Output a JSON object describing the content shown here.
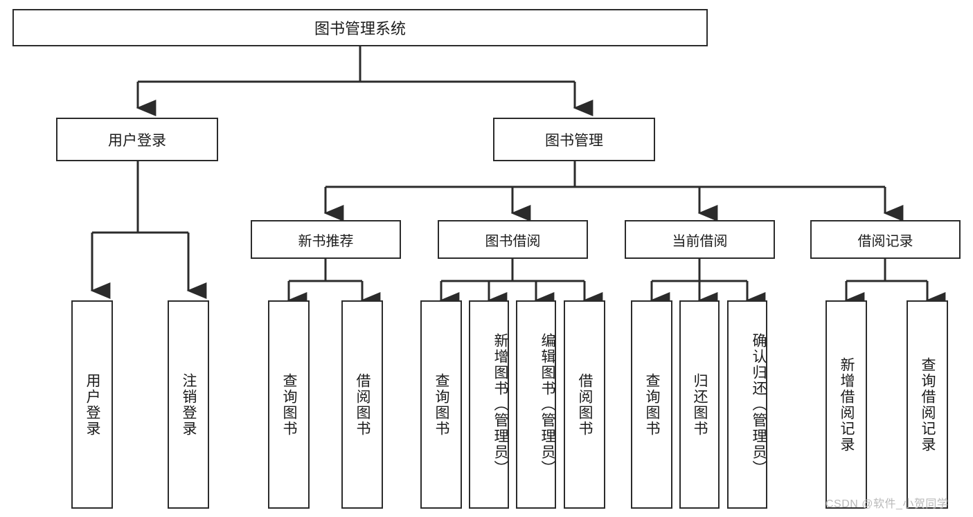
{
  "diagram": {
    "title": "图书管理系统",
    "type": "hierarchy-tree",
    "root": {
      "label": "图书管理系统"
    },
    "level2": [
      {
        "label": "用户登录"
      },
      {
        "label": "图书管理"
      }
    ],
    "level3": [
      {
        "label": "新书推荐"
      },
      {
        "label": "图书借阅"
      },
      {
        "label": "当前借阅"
      },
      {
        "label": "借阅记录"
      }
    ],
    "leaves": {
      "user_login": [
        {
          "label": "用户登录"
        },
        {
          "label": "注销登录"
        }
      ],
      "new_book_recommend": [
        {
          "label": "查询图书"
        },
        {
          "label": "借阅图书"
        }
      ],
      "book_borrow": [
        {
          "label": "查询图书"
        },
        {
          "label": "新增图书（管理员）"
        },
        {
          "label": "编辑图书（管理员）"
        },
        {
          "label": "借阅图书"
        }
      ],
      "current_borrow": [
        {
          "label": "查询图书"
        },
        {
          "label": "归还图书"
        },
        {
          "label": "确认归还（管理员）"
        }
      ],
      "borrow_record": [
        {
          "label": "新增借阅记录"
        },
        {
          "label": "查询借阅记录"
        }
      ]
    }
  },
  "watermark": {
    "text": "CSDN @软件_小贺同学"
  },
  "colors": {
    "box_border": "#2b2b2b",
    "box_fill": "#ffffff",
    "edge": "#2b2b2b",
    "text": "#1b1b1b",
    "watermark": "#b9b9b9"
  }
}
